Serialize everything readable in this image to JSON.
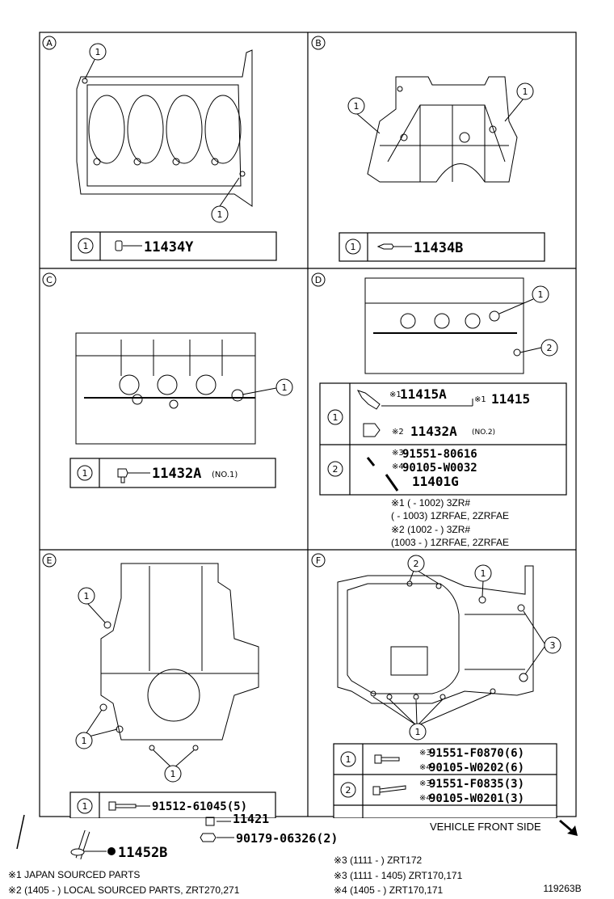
{
  "panels": {
    "A": {
      "letter": "A",
      "callout_1": "1",
      "row_num": "1",
      "part": "11434Y"
    },
    "B": {
      "letter": "B",
      "callout_1": "1",
      "row_num": "1",
      "part": "11434B"
    },
    "C": {
      "letter": "C",
      "callout_1": "1",
      "row_num": "1",
      "part": "11432A",
      "part_suffix": "(NO.1)"
    },
    "D": {
      "letter": "D",
      "callout_1": "1",
      "callout_2": "2",
      "row1_num": "1",
      "row1_ref1": "※1",
      "row1_part1": "11415A",
      "row1_ref2": "※1",
      "row1_part2": "11415",
      "row1_ref3": "※2",
      "row1_part3": "11432A",
      "row1_part3_suffix": "(NO.2)",
      "row2_num": "2",
      "row2_ref1": "※3",
      "row2_part1": "91551-80616",
      "row2_ref2": "※4",
      "row2_part2": "90105-W0032",
      "row2_part3": "11401G",
      "notes": [
        "※1 (      - 1002) 3ZR#",
        "      (      - 1003) 1ZRFAE, 2ZRFAE",
        "※2 (1002 -        ) 3ZR#",
        "      (1003 -        ) 1ZRFAE, 2ZRFAE"
      ]
    },
    "E": {
      "letter": "E",
      "callout_1": "1",
      "row_num": "1",
      "part": "91512-61045(5)"
    },
    "F": {
      "letter": "F",
      "callout_1": "1",
      "callout_2": "2",
      "callout_3": "3",
      "row1_num": "1",
      "row1_ref1": "※3",
      "row1_part1": "91551-F0870(6)",
      "row1_ref2": "※4",
      "row1_part2": "90105-W0202(6)",
      "row2_num": "2",
      "row2_ref1": "※3",
      "row2_part1": "91551-F0835(3)",
      "row2_ref2": "※4",
      "row2_part2": "90105-W0201(3)"
    }
  },
  "bottom": {
    "part_11421": "11421",
    "part_90179": "90179-06326(2)",
    "part_11452": "11452B",
    "vehicle_front": "VEHICLE FRONT SIDE",
    "notes_left": [
      "※1 JAPAN SOURCED PARTS",
      "※2 (1405 -        ) LOCAL SOURCED PARTS, ZRT270,271"
    ],
    "notes_right": [
      "※3 (1111 -        ) ZRT172",
      "※3 (1111 - 1405) ZRT170,171",
      "※4 (1405 -        ) ZRT170,171"
    ],
    "figure_id": "119263B"
  }
}
